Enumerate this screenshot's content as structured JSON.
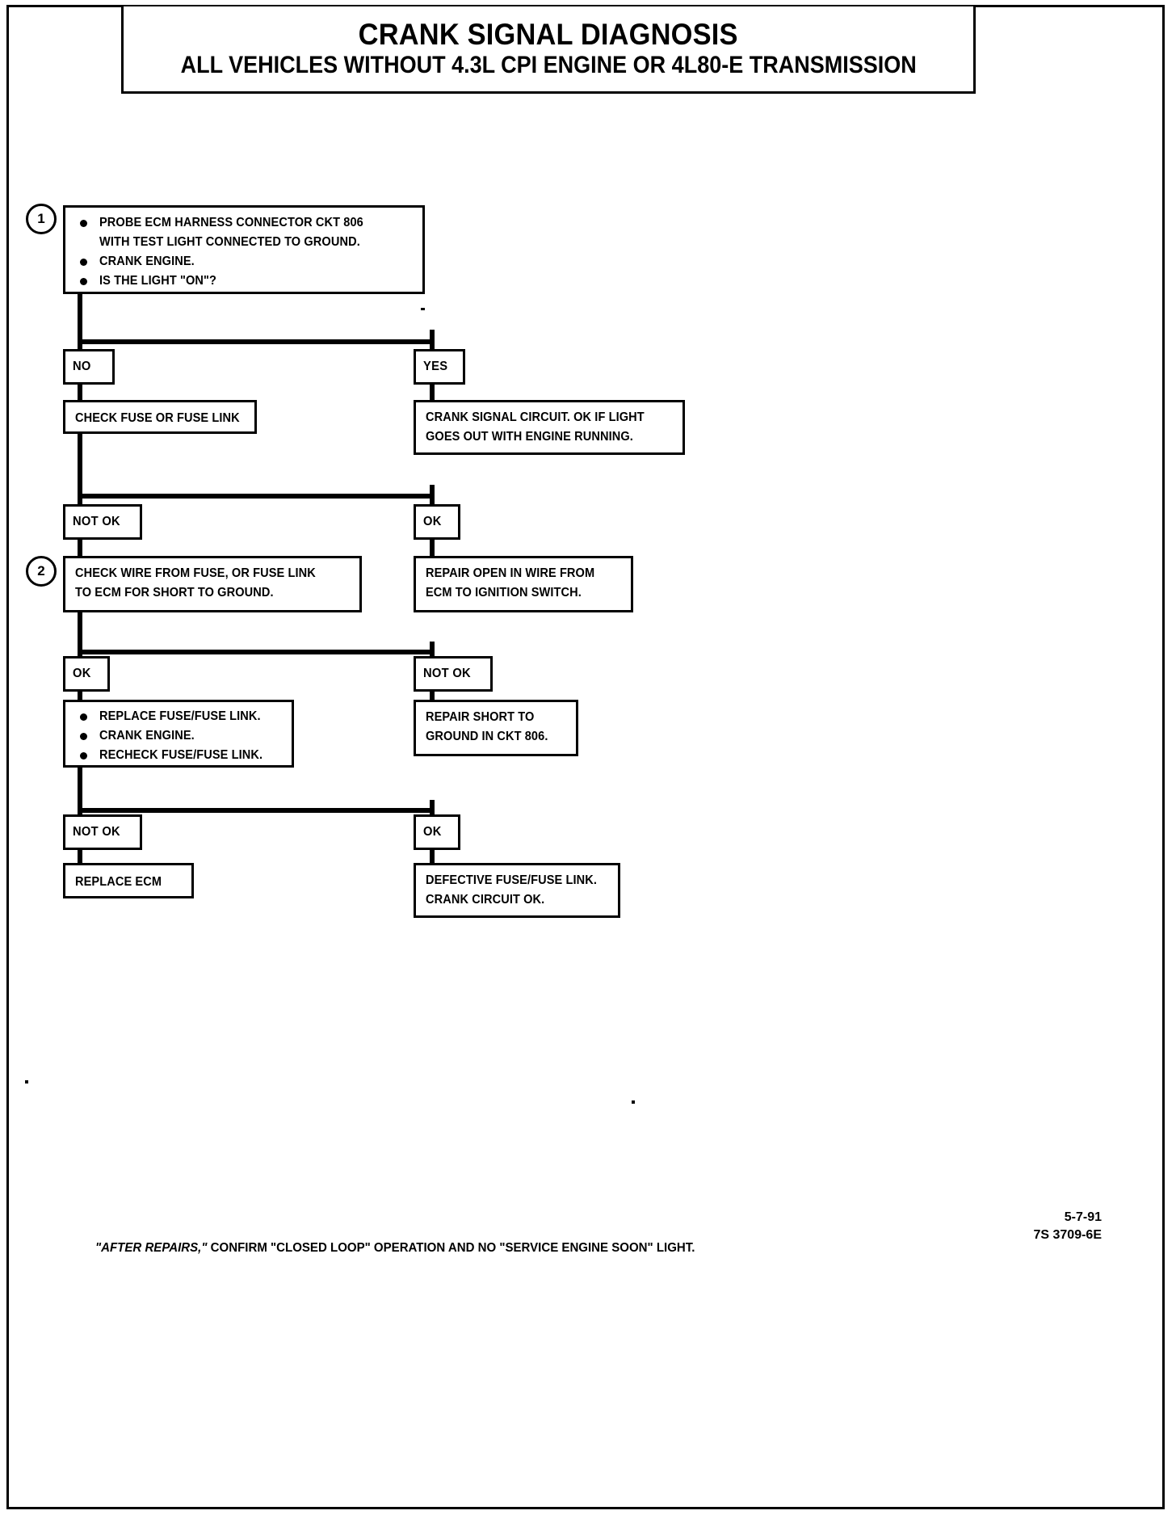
{
  "document": {
    "title": "CRANK SIGNAL DIAGNOSIS",
    "subtitle": "ALL VEHICLES WITHOUT 4.3L CPI ENGINE OR 4L80-E TRANSMISSION",
    "footer_note": "\"AFTER REPAIRS,\" CONFIRM \"CLOSED LOOP\" OPERATION AND NO \"SERVICE ENGINE SOON\" LIGHT.",
    "footer_note_lead": "\"AFTER REPAIRS,\"",
    "footer_note_rest": " CONFIRM \"CLOSED LOOP\" OPERATION AND NO \"SERVICE ENGINE SOON\" LIGHT.",
    "date_code": "5-7-91",
    "part_code": "7S 3709-6E"
  },
  "steps": {
    "one": "1",
    "two": "2"
  },
  "nodes": {
    "step1": {
      "bullets": [
        "PROBE ECM HARNESS CONNECTOR CKT 806",
        "WITH TEST LIGHT CONNECTED TO GROUND.",
        "CRANK ENGINE.",
        "IS THE LIGHT \"ON\"?"
      ]
    },
    "branch1_no": "NO",
    "branch1_yes": "YES",
    "check_fuse": "CHECK FUSE OR FUSE LINK",
    "crank_signal_ok": [
      "CRANK SIGNAL CIRCUIT.  OK IF LIGHT",
      "GOES OUT WITH ENGINE RUNNING."
    ],
    "branch2_notok": "NOT OK",
    "branch2_ok": "OK",
    "step2": [
      "CHECK WIRE FROM FUSE, OR FUSE LINK",
      "TO ECM FOR SHORT TO GROUND."
    ],
    "repair_open": [
      "REPAIR OPEN IN WIRE FROM",
      "ECM TO IGNITION SWITCH."
    ],
    "branch3_ok": "OK",
    "branch3_notok": "NOT OK",
    "replace_fuse": {
      "bullets": [
        "REPLACE FUSE/FUSE LINK.",
        "CRANK ENGINE.",
        "RECHECK FUSE/FUSE LINK."
      ]
    },
    "repair_short": [
      "REPAIR SHORT TO",
      "GROUND IN CKT 806."
    ],
    "branch4_notok": "NOT OK",
    "branch4_ok": "OK",
    "replace_ecm": "REPLACE ECM",
    "defective_fuse": [
      "DEFECTIVE FUSE/FUSE LINK.",
      "CRANK CIRCUIT OK."
    ]
  },
  "colors": {
    "ink": "#000000",
    "paper": "#ffffff"
  }
}
